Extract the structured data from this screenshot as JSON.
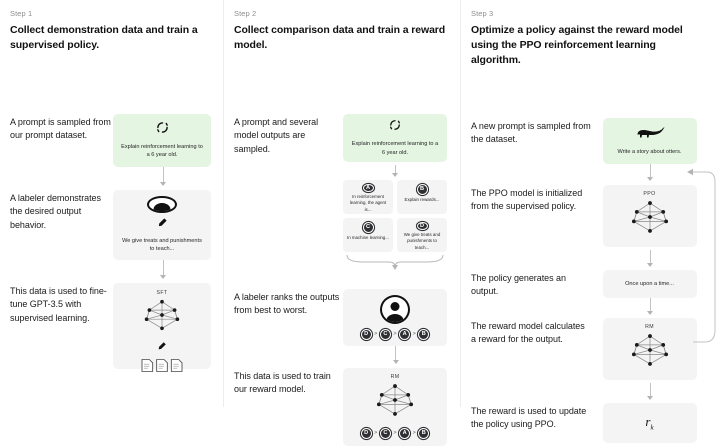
{
  "diagram": {
    "title_context": "RLHF three-step training process",
    "colors": {
      "background": "#ffffff",
      "card": "#f4f4f4",
      "prompt_card": "#e4f5e2",
      "text": "#111111",
      "muted_text": "#8e8e8e",
      "divider": "#ededed",
      "arrow": "#c3c3c3",
      "badge": "#2f3033"
    }
  },
  "steps": [
    {
      "label": "Step 1",
      "title": "Collect demonstration data and train a supervised policy.",
      "captions": [
        "A prompt is sampled from our prompt dataset.",
        "A labeler demonstrates the desired output behavior.",
        "This data is used to fine-tune GPT-3.5 with supervised learning."
      ],
      "prompt_card": {
        "icon": "refresh-circle-icon",
        "text": "Explain reinforcement learning to a 6 year old."
      },
      "labeler_card": {
        "icon": "person-icon",
        "pencil": "pencil-icon",
        "text": "We give treats and punishments to teach..."
      },
      "model_card": {
        "tag": "SFT",
        "icon": "neural-network-icon",
        "pencil": "pencil-icon",
        "documents": "document-icon"
      }
    },
    {
      "label": "Step 2",
      "title": "Collect comparison data and train a reward model.",
      "captions": [
        "A prompt and several model outputs are sampled.",
        "A labeler ranks the outputs from best to worst.",
        "This data is used to train our reward model."
      ],
      "prompt_card": {
        "icon": "refresh-circle-icon",
        "text": "Explain reinforcement learning to a 6 year old."
      },
      "options": [
        {
          "badge": "A",
          "text": "In reinforcement learning, the agent is..."
        },
        {
          "badge": "B",
          "text": "Explain rewards..."
        },
        {
          "badge": "C",
          "text": "In machine learning..."
        },
        {
          "badge": "D",
          "text": "We give treats and punishments to teach..."
        }
      ],
      "ranking_card": {
        "icon": "person-icon",
        "ranking": [
          "D",
          "C",
          "A",
          "B"
        ],
        "separator": ">"
      },
      "reward_model_card": {
        "tag": "RM",
        "icon": "neural-network-icon",
        "ranking": [
          "D",
          "C",
          "A",
          "B"
        ],
        "separator": ">"
      }
    },
    {
      "label": "Step 3",
      "title": "Optimize a policy against the reward model using the PPO reinforcement learning algorithm.",
      "captions": [
        "A new prompt is sampled from the dataset.",
        "The PPO model is initialized from the supervised policy.",
        "The policy generates an output.",
        "The reward model calculates a reward for the output.",
        "The reward is used to update the policy using PPO."
      ],
      "prompt_card": {
        "icon": "otter-icon",
        "text": "Write a story about otters."
      },
      "ppo_card": {
        "tag": "PPO",
        "icon": "neural-network-icon"
      },
      "output_card": {
        "text": "Once upon a time..."
      },
      "reward_model_card": {
        "tag": "RM",
        "icon": "neural-network-icon"
      },
      "reward_card": {
        "symbol": "r",
        "subscript": "k"
      },
      "feedback_loop": "feedback-arrow-icon"
    }
  ]
}
